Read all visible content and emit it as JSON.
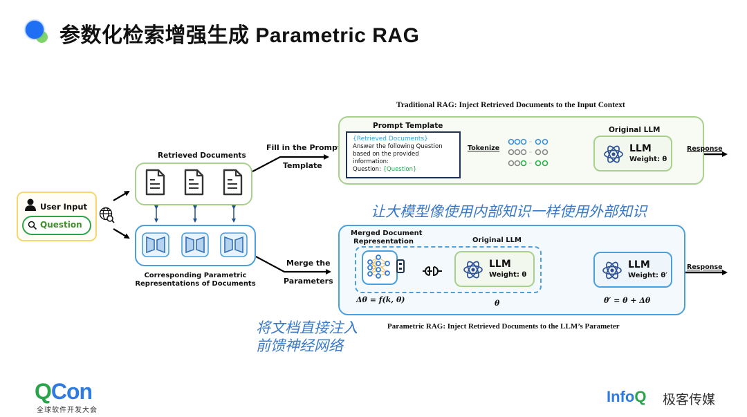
{
  "header": {
    "title": "参数化检索增强生成 Parametric RAG",
    "accent_colors": {
      "blue": "#1f6ff5",
      "green": "#7fd46b"
    }
  },
  "diagram": {
    "user_input": {
      "label": "User Input",
      "question": "Question",
      "user_icon": "user-icon",
      "search_icon": "magnifier-icon",
      "retrieval_icon": "globe-search-icon"
    },
    "retrieved_documents": {
      "label": "Retrieved Documents",
      "doc_count": 3,
      "doc_icon": "document-icon"
    },
    "parametric_reps": {
      "label_line1": "Corresponding Parametric",
      "label_line2": "Representations of Documents",
      "rep_count": 3,
      "rep_icon": "lora-adapter-icon"
    },
    "edges": {
      "fill_prompt_line1": "Fill in the Prompt",
      "fill_prompt_line2": "Template",
      "merge_line1": "Merge the",
      "merge_line2": "Parameters",
      "tokenize": "Tokenize",
      "response_top": "Response",
      "response_bottom": "Response"
    },
    "traditional_rag": {
      "caption": "Traditional RAG: Inject Retrieved Documents to the Input Context",
      "prompt_template": {
        "title": "Prompt Template",
        "placeholder_docs": "{Retrieved Documents}",
        "line1": "Answer the following Question",
        "line2": "based on the provided",
        "line3": "information:",
        "question_prefix": "Question: ",
        "placeholder_question": "{Question}"
      },
      "llm": {
        "section_title": "Original LLM",
        "name": "LLM",
        "weight": "Weight: θ"
      }
    },
    "parametric_rag": {
      "caption": "Parametric RAG: Inject Retrieved Documents to the LLM’s Parameter",
      "merged_title_line1": "Merged Document",
      "merged_title_line2": "Representation",
      "original_llm_title": "Original LLM",
      "llm": {
        "name": "LLM",
        "weight": "Weight: θ"
      },
      "updated_llm": {
        "name": "LLM",
        "weight": "Weight: θ′"
      },
      "formula_delta": "Δθ = f(k, θ)",
      "formula_theta": "θ",
      "formula_update": "θ′ = θ + Δθ"
    },
    "annotations": {
      "top": "让大模型像使用内部知识一样使用外部知识",
      "bottom_line1": "将文档直接注入",
      "bottom_line2": "前馈神经网络"
    },
    "colors": {
      "green_border": "#a8d08d",
      "blue_border": "#4a9fdc",
      "yellow_border": "#f5d76e",
      "question_green": "#2aa44a",
      "placeholder_blue": "#2fa3e6",
      "annotation_blue": "#3a78c8"
    }
  },
  "footer": {
    "left_logo": "QCon",
    "left_subtitle": "全球软件开发大会",
    "right_logo": "InfoQ",
    "right_subtitle": "极客传媒"
  }
}
